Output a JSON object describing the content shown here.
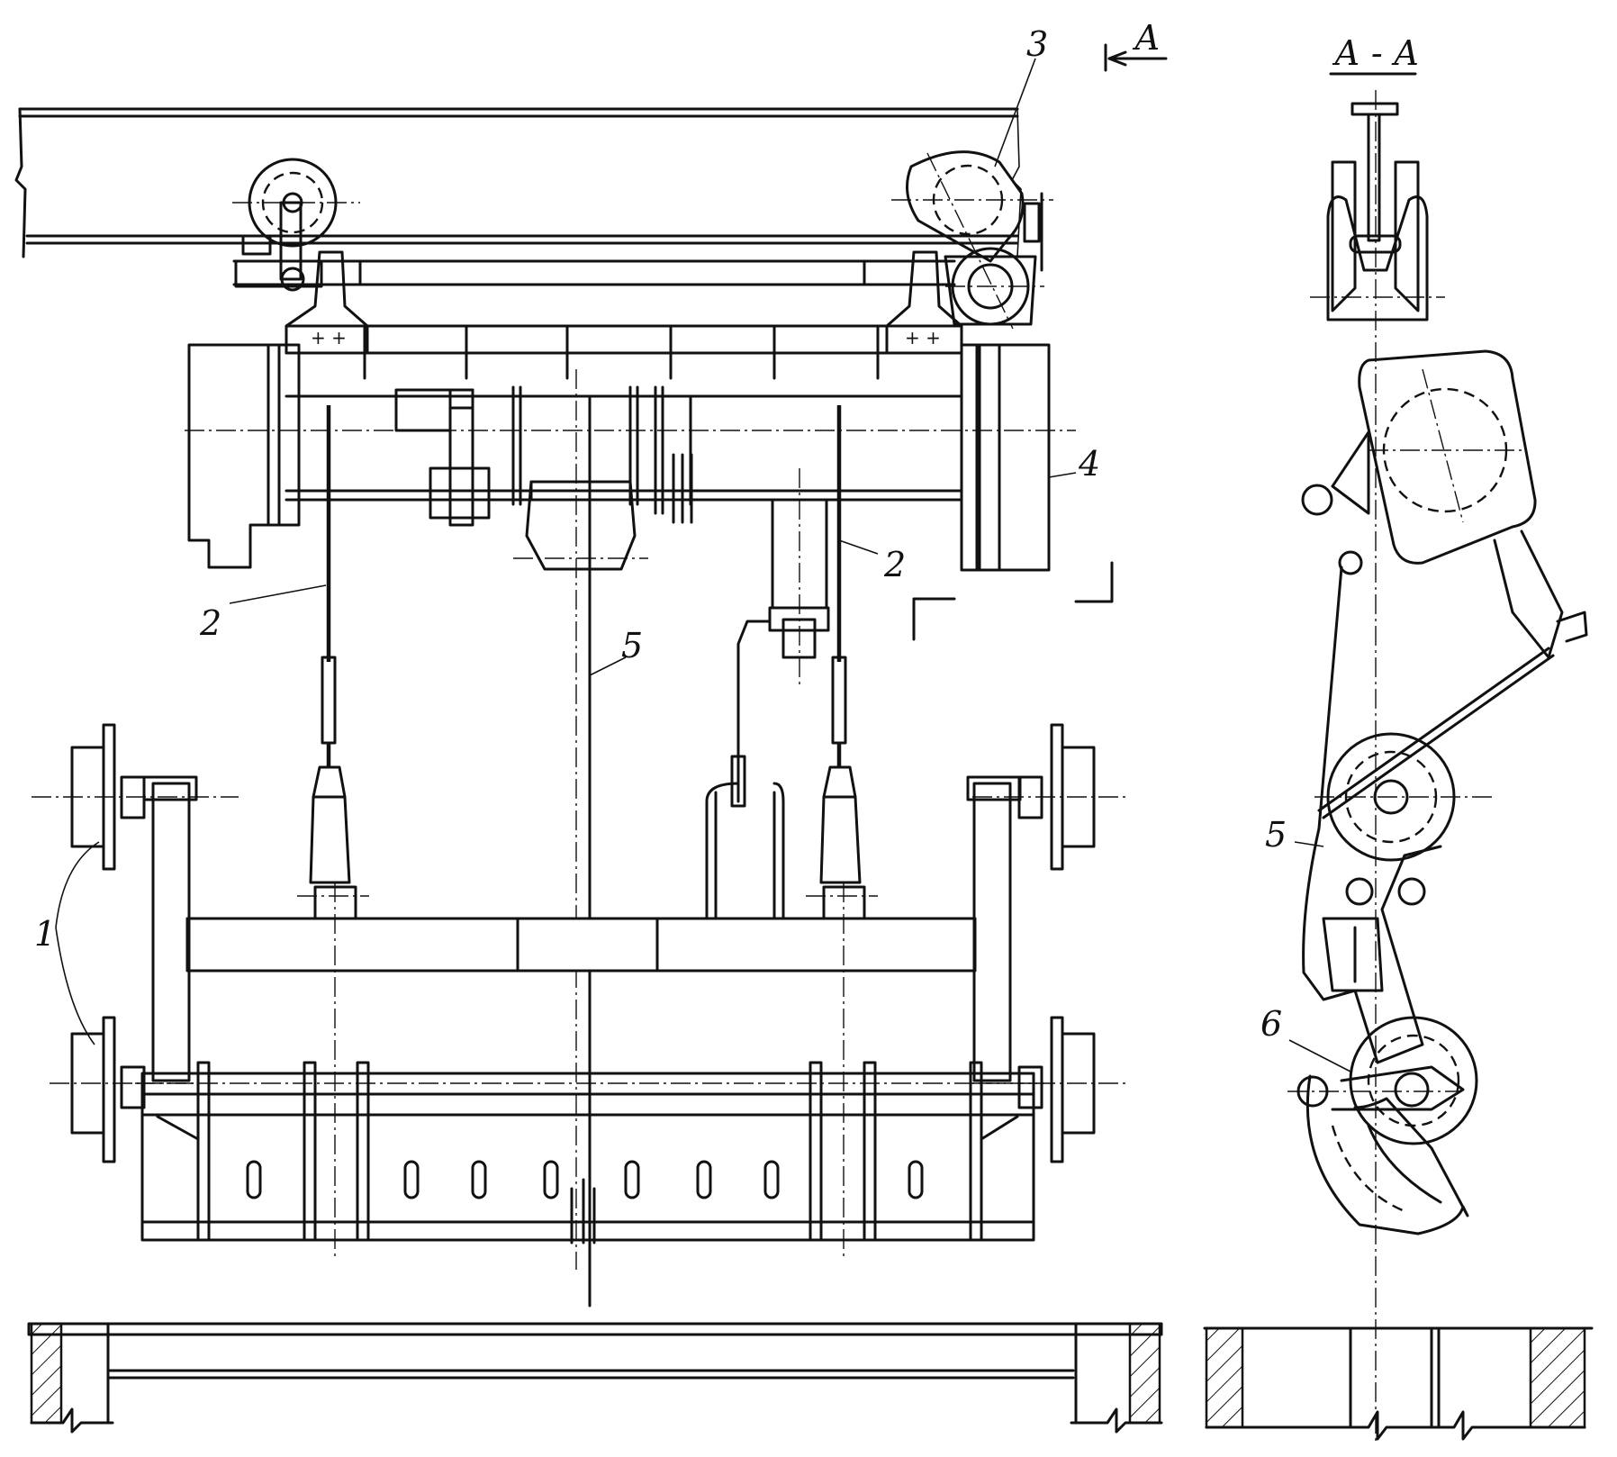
{
  "labels": {
    "l1": "1",
    "l2a": "2",
    "l2b": "2",
    "l3": "3",
    "l4": "4",
    "l5a": "5",
    "l5b": "5",
    "l6": "6",
    "section_arrow": "А",
    "section_title": "А - А"
  }
}
